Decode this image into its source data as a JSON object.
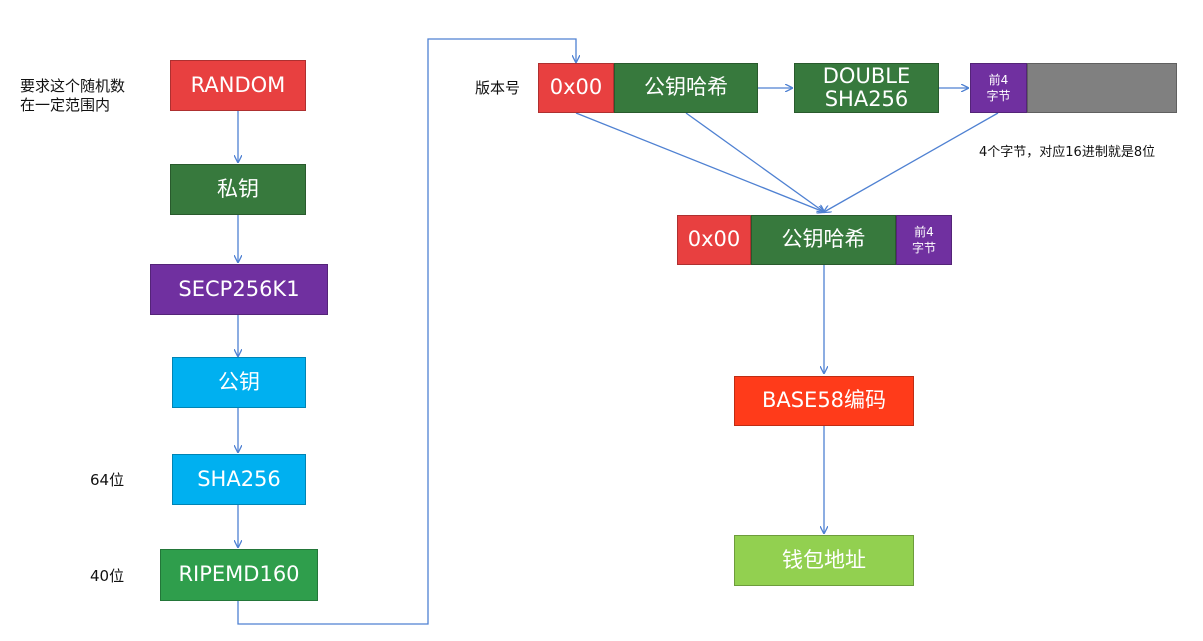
{
  "colors": {
    "red": "#e84040",
    "dark_green": "#37793d",
    "purple": "#7030a0",
    "cyan": "#00b0f0",
    "green": "#2f9e4c",
    "gray": "#808080",
    "orange_red": "#ff3b1a",
    "light_green": "#92d050",
    "connector": "#4f81d2"
  },
  "left_chain": {
    "random": "RANDOM",
    "private_key": "私钥",
    "secp256k1": "SECP256K1",
    "public_key": "公钥",
    "sha256": "SHA256",
    "ripemd160": "RIPEMD160"
  },
  "notes": {
    "random_line1": "要求这个随机数",
    "random_line2": "在一定范围内",
    "sha256_bits": "64位",
    "ripemd_bits": "40位",
    "version": "版本号",
    "checksum_desc": "4个字节，对应16进制就是8位"
  },
  "top_row": {
    "version_byte": "0x00",
    "pubkey_hash": "公钥哈希",
    "double_sha_line1": "DOUBLE",
    "double_sha_line2": "SHA256",
    "first4_line1": "前4",
    "first4_line2": "字节"
  },
  "combined": {
    "version_byte": "0x00",
    "pubkey_hash": "公钥哈希",
    "checksum_line1": "前4",
    "checksum_line2": "字节"
  },
  "encoding": "BASE58编码",
  "wallet_address": "钱包地址"
}
